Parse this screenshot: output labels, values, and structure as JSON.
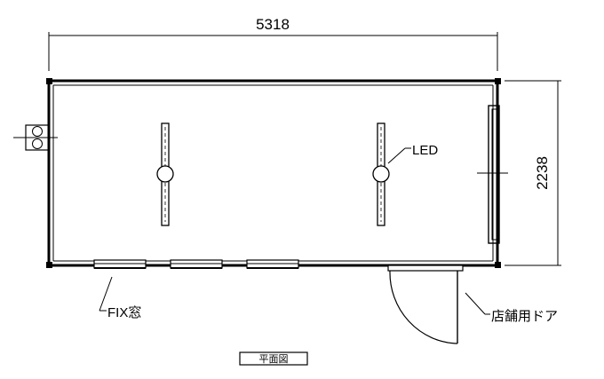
{
  "plan": {
    "width_dimension": "5318",
    "depth_dimension": "2238",
    "led_label": "LED",
    "fix_window_label": "FIX窓",
    "store_door_label": "店舗用ドア",
    "drawing_title": "平面図"
  },
  "icons": {
    "light_fixture": "led-light-icon",
    "door_swing": "door-swing-arc-icon",
    "window": "fix-window-icon",
    "outdoor_unit": "ac-outdoor-unit-icon"
  }
}
